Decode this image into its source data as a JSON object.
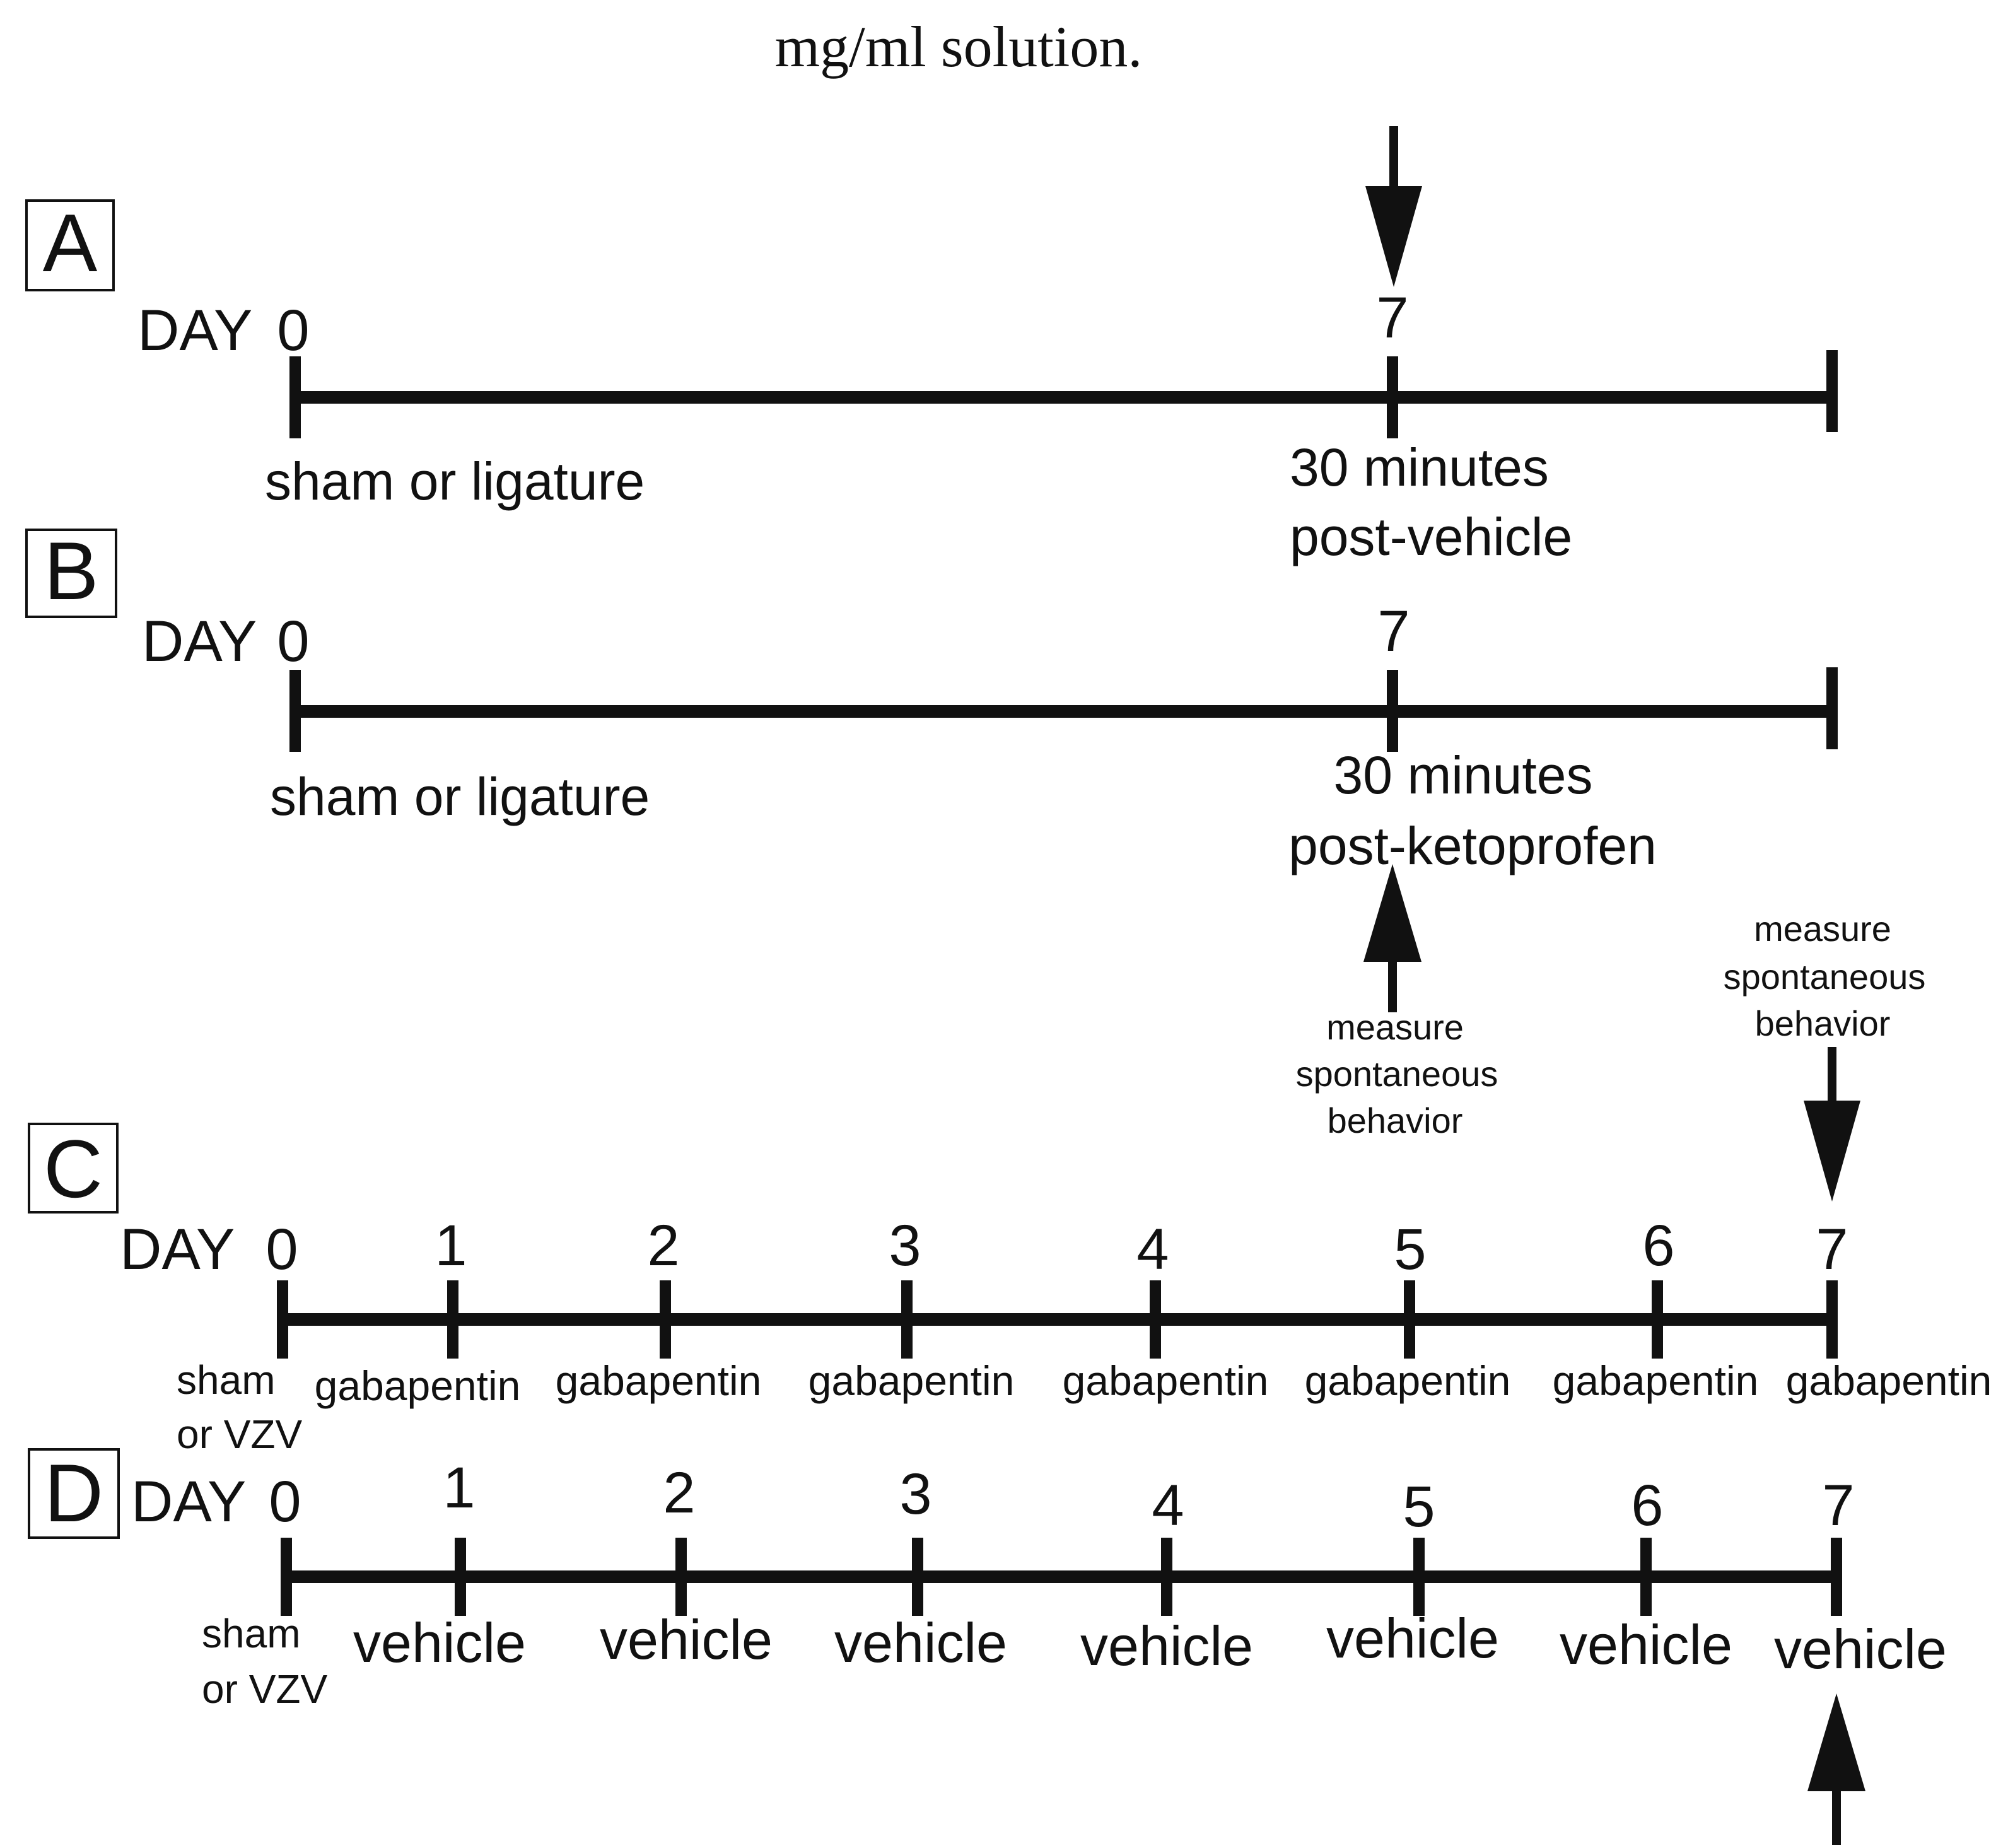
{
  "caption_fragment": "mg/ml solution.",
  "panels": {
    "A": {
      "letter": "A",
      "day_label": "DAY",
      "day_start": "0",
      "day_mid": "7",
      "start_label": "sham or ligature",
      "mid_label_1": "30 minutes",
      "mid_label_2": "post-vehicle"
    },
    "B": {
      "letter": "B",
      "day_label": "DAY",
      "day_start": "0",
      "day_mid": "7",
      "start_label": "sham or ligature",
      "mid_label_1": "30 minutes",
      "mid_label_2": "post-ketoprofen",
      "measure_1": "measure",
      "measure_2": "spontaneous",
      "measure_3": "behavior"
    },
    "C": {
      "letter": "C",
      "day_label": "DAY",
      "days": [
        "0",
        "1",
        "2",
        "3",
        "4",
        "5",
        "6",
        "7"
      ],
      "start_label_1": "sham",
      "start_label_2": "or VZV",
      "treatments": [
        "gabapentin",
        "gabapentin",
        "gabapentin",
        "gabapentin",
        "gabapentin",
        "gabapentin",
        "gabapentin"
      ],
      "measure_1": "measure",
      "measure_2": "spontaneous",
      "measure_3": "behavior"
    },
    "D": {
      "letter": "D",
      "day_label": "DAY",
      "days": [
        "0",
        "1",
        "2",
        "3",
        "4",
        "5",
        "6",
        "7"
      ],
      "start_label_1": "sham",
      "start_label_2": "or VZV",
      "treatments": [
        "vehicle",
        "vehicle",
        "vehicle",
        "vehicle",
        "vehicle",
        "vehicle",
        "vehicle"
      ]
    }
  }
}
